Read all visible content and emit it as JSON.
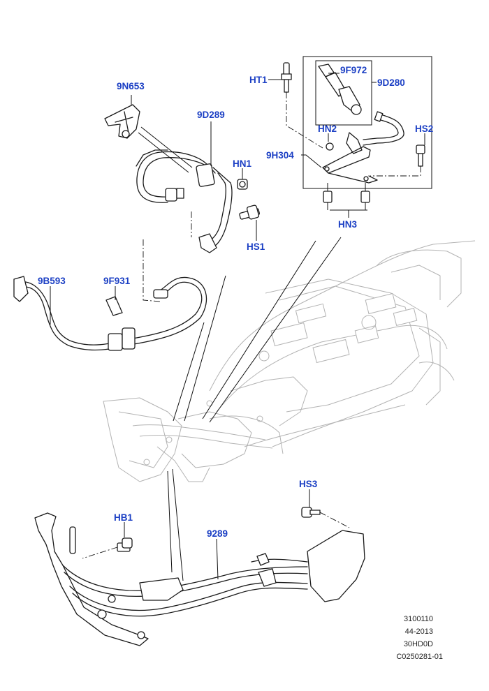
{
  "callouts": {
    "p9N653": "9N653",
    "p9D289": "9D289",
    "pHN1": "HN1",
    "pHS1": "HS1",
    "pHT1": "HT1",
    "p9F972": "9F972",
    "p9D280": "9D280",
    "pHN2": "HN2",
    "pHS2": "HS2",
    "p9H304": "9H304",
    "pHN3": "HN3",
    "p9B593": "9B593",
    "p9F931": "9F931",
    "pHB1": "HB1",
    "p9289": "9289",
    "pHS3": "HS3"
  },
  "reference": {
    "line1": "3100110",
    "line2": "44-2013",
    "line3": "30HD0D",
    "line4": "C0250281-01"
  },
  "colors": {
    "callout": "#1b3fc4",
    "linework": "#1a1a1a",
    "ghost": "#b3b3b3"
  }
}
